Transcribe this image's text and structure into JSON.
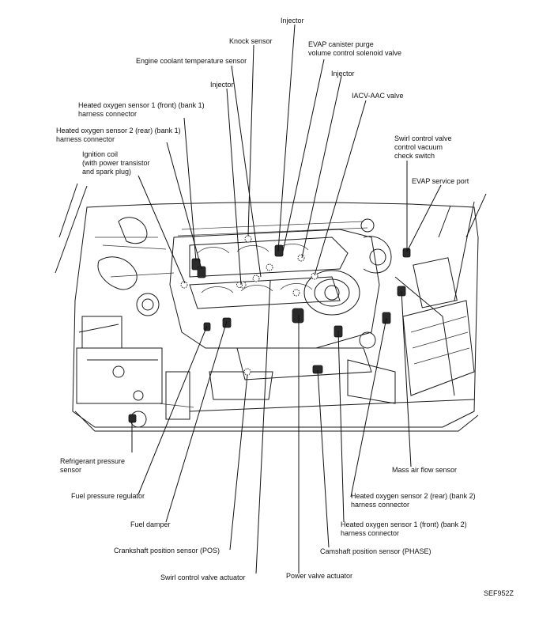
{
  "labels": {
    "injector_top": "Injector",
    "knock_sensor": "Knock sensor",
    "evap_purge": "EVAP canister purge\nvolume control solenoid valve",
    "engine_coolant": "Engine coolant temperature sensor",
    "injector_right": "Injector",
    "injector_left": "Injector",
    "iacv_aac": "IACV-AAC valve",
    "ho2s1_bank1": "Heated oxygen sensor 1 (front) (bank 1)\nharness connector",
    "ho2s2_bank1": "Heated oxygen sensor 2 (rear) (bank 1)\nharness connector",
    "swirl_check": "Swirl control valve\ncontrol vacuum\ncheck switch",
    "ignition_coil": "Ignition coil\n(with power transistor\nand spark plug)",
    "evap_service": "EVAP service port",
    "refrigerant": "Refrigerant pressure\nsensor",
    "mass_air_flow": "Mass air flow sensor",
    "fuel_pressure_reg": "Fuel pressure regulator",
    "ho2s2_bank2": "Heated oxygen sensor 2 (rear) (bank 2)\nharness connector",
    "fuel_damper": "Fuel damper",
    "ho2s1_bank2": "Heated oxygen sensor 1 (front) (bank 2)\nharness connector",
    "crankshaft": "Crankshaft position sensor (POS)",
    "camshaft": "Camshaft position sensor (PHASE)",
    "swirl_actuator": "Swirl control valve actuator",
    "power_valve": "Power valve actuator",
    "figure_code": "SEF952Z"
  }
}
